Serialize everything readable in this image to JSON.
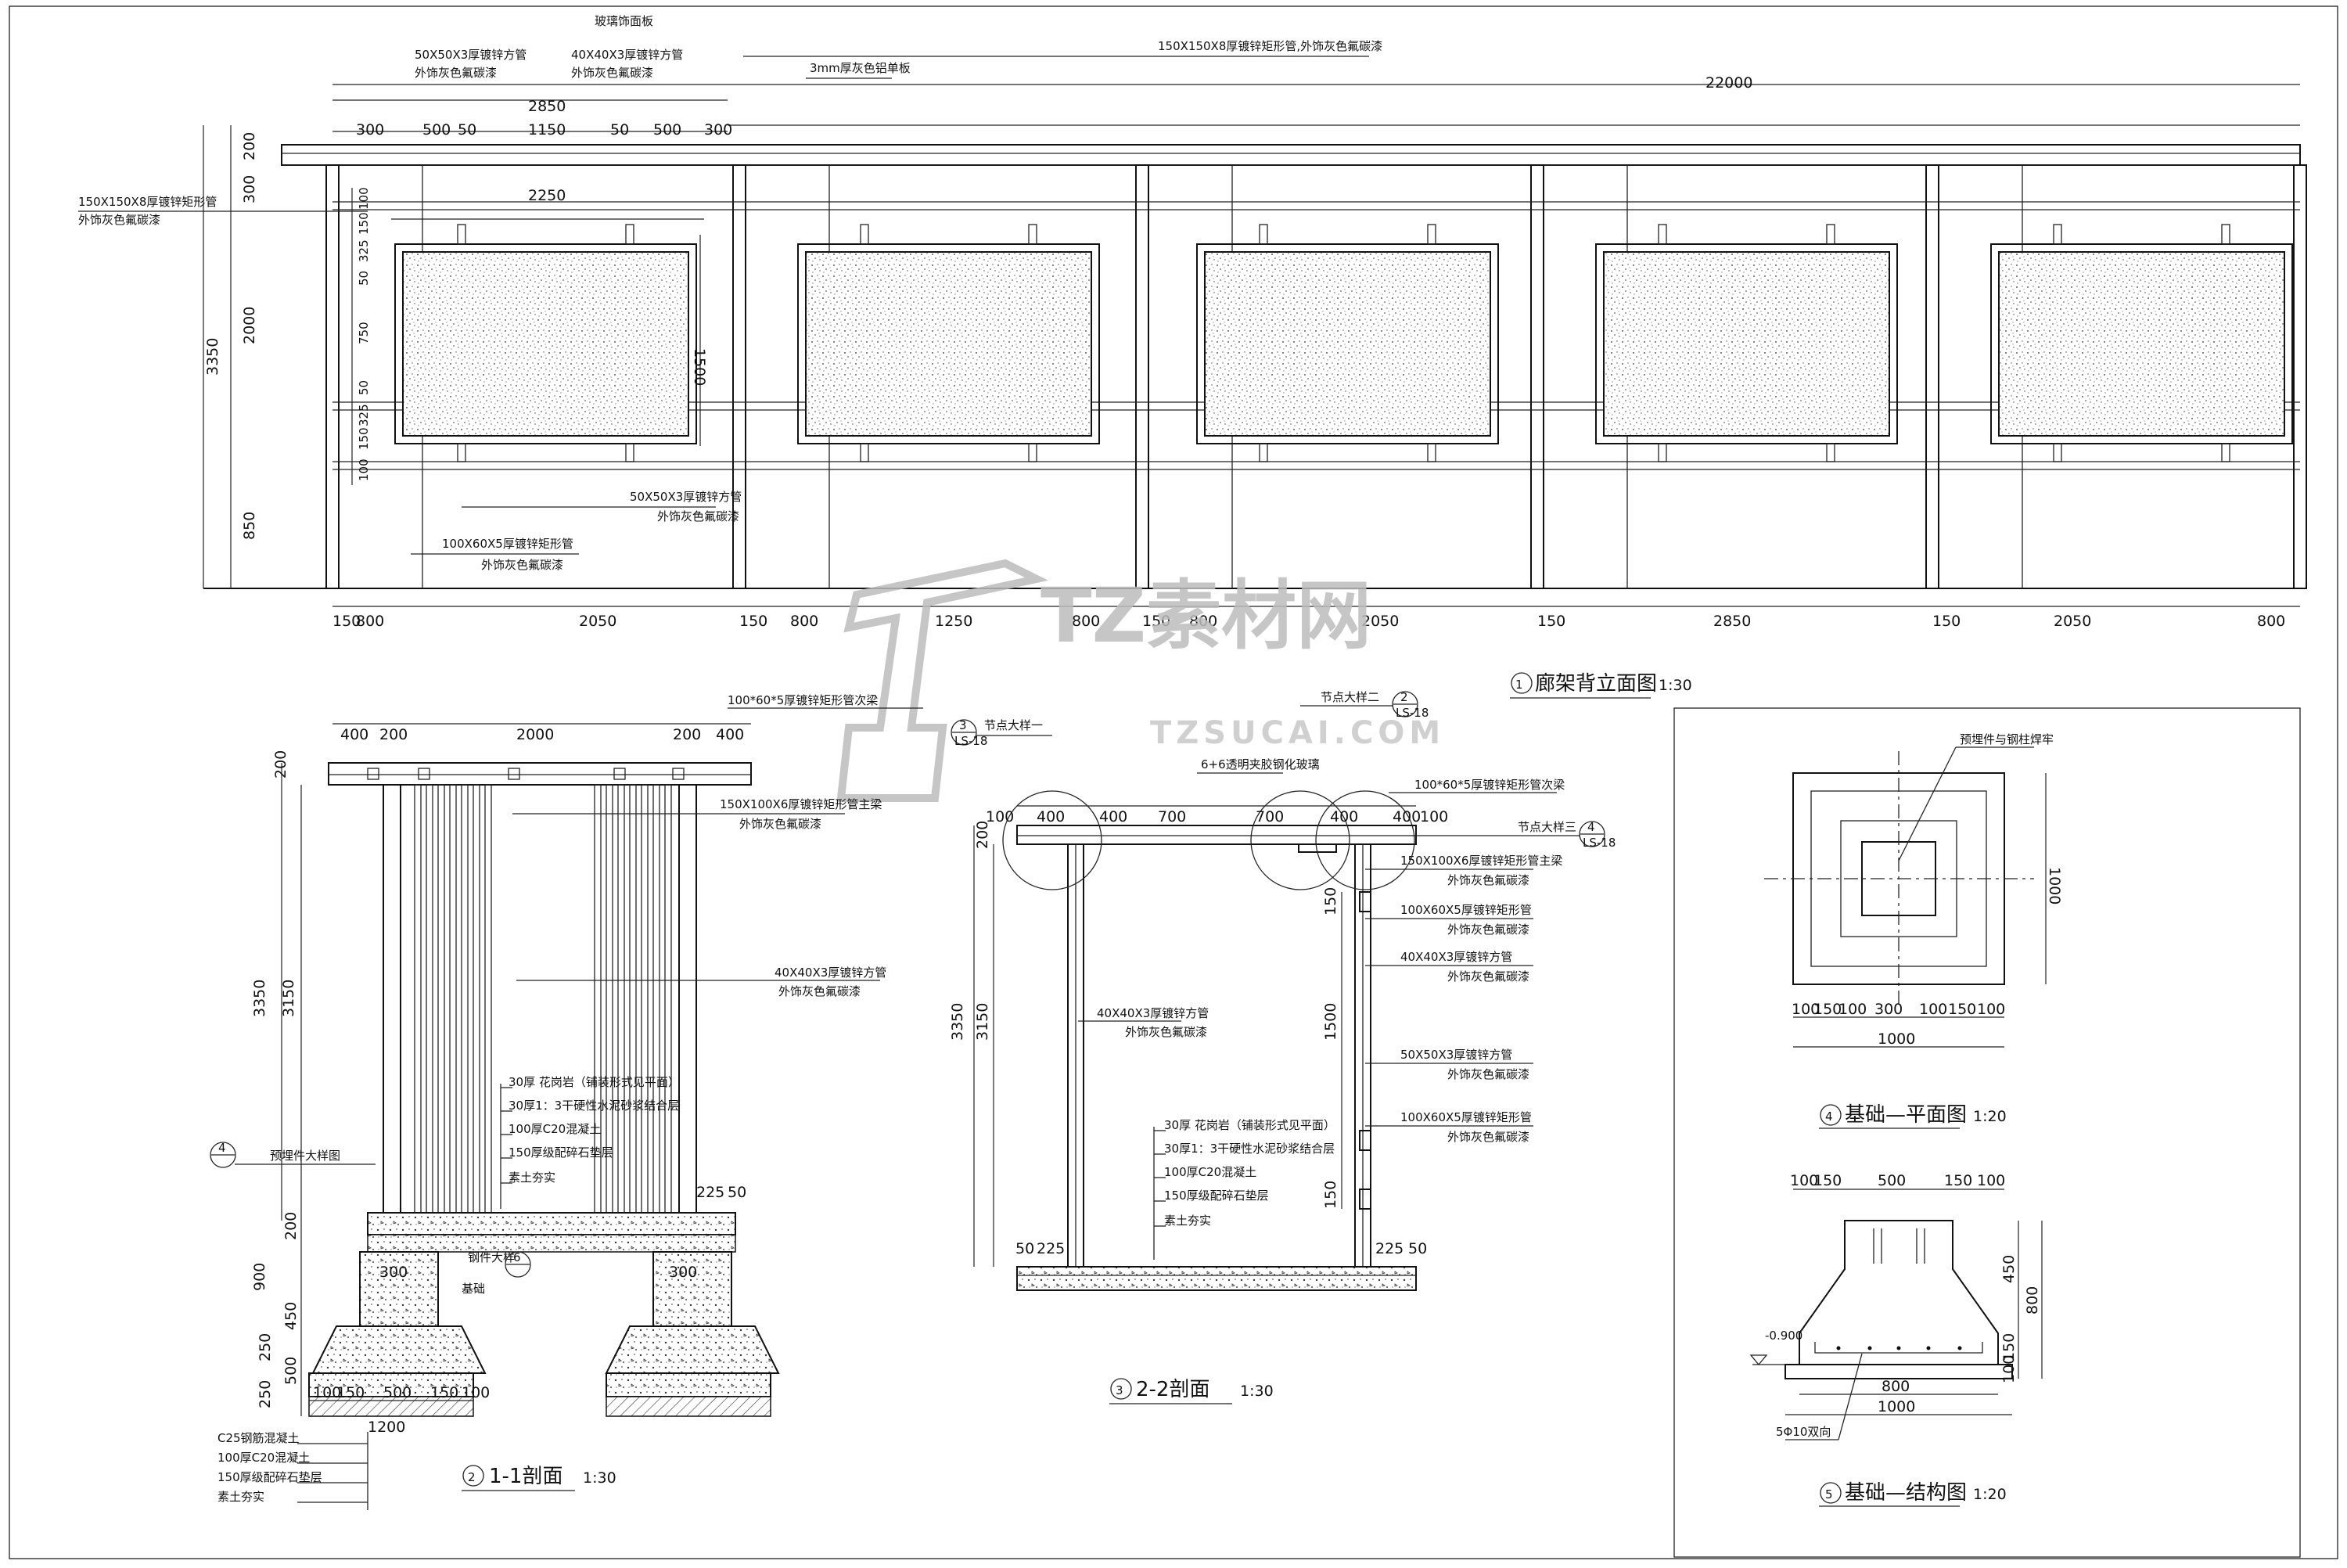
{
  "elevation": {
    "title": "廊架背立面图",
    "scale": "1:30",
    "callouts": {
      "glass": "玻璃饰面板",
      "tube50": "50X50X3厚镀锌方管",
      "tube40": "40X40X3厚镀锌方管",
      "paint": "外饰灰色氟碳漆",
      "plate3mm": "3mm厚灰色铝单板",
      "beam150": "150X150X8厚镀锌矩形管,外饰灰色氟碳漆",
      "col150": "150X150X8厚镀锌矩形管",
      "col150_paint": "外饰灰色氟碳漆",
      "tube50b": "50X50X3厚镀锌方管",
      "tube100": "100X60X5厚镀锌矩形管"
    },
    "dims_top": [
      "300",
      "500",
      "50",
      "1150",
      "50",
      "500",
      "300"
    ],
    "dim_2850": "2850",
    "dim_22000": "22000",
    "dim_2250": "2250",
    "dims_left": [
      "200",
      "300",
      "2000",
      "850"
    ],
    "dim_3350": "3350",
    "dims_inner": [
      "100",
      "150",
      "325",
      "50",
      "750",
      "50",
      "325",
      "150",
      "100"
    ],
    "dim_1500": "1500",
    "dims_bottom": [
      "150",
      "800",
      "2050",
      "150",
      "800",
      "1250",
      "800",
      "150",
      "800",
      "2050",
      "150",
      "2850",
      "150",
      "2050",
      "800"
    ]
  },
  "section11": {
    "title": "1-1剖面",
    "num": "2",
    "scale": "1:30",
    "beam_note": "100*60*5厚镀锌矩形管次梁",
    "main_beam": "150X100X6厚镀锌矩形管主梁",
    "paint": "外饰灰色氟碳漆",
    "tube40": "40X40X3厚镀锌方管",
    "layers": [
      "30厚 花岗岩（铺装形式见平面）",
      "30厚1：3干硬性水泥砂浆结合层",
      "100厚C20混凝土",
      "150厚级配碎石垫层",
      "素土夯实"
    ],
    "embed": "预埋件大样图",
    "embed_mark": "4",
    "detail6": "6",
    "detail_label": "钢件大样",
    "base_label": "基础",
    "dims_top": [
      "400",
      "200",
      "2000",
      "200",
      "400"
    ],
    "dims_left": [
      "200",
      "3350",
      "3150",
      "200",
      "900",
      "450",
      "250",
      "500",
      "250"
    ],
    "dims_bottom": [
      "100",
      "150",
      "500",
      "150",
      "100",
      "1200"
    ],
    "dim_300a": "300",
    "dim_300b": "300",
    "dim_225": "225",
    "dim_50": "50",
    "foundation": [
      "C25钢筋混凝土",
      "100厚C20混凝土",
      "150厚级配碎石垫层",
      "素土夯实"
    ]
  },
  "section22": {
    "title": "2-2剖面",
    "num": "3",
    "scale": "1:30",
    "node1": "节点大样一",
    "node2": "节点大样二",
    "node3": "节点大样三",
    "ref": "LS-18",
    "mark3": "3",
    "mark2": "2",
    "mark4": "4",
    "glass": "6+6透明夹胶钢化玻璃",
    "beam": "100*60*5厚镀锌矩形管次梁",
    "main_beam": "150X100X6厚镀锌矩形管主梁",
    "tube100": "100X60X5厚镀锌矩形管",
    "tube40": "40X40X3厚镀锌方管",
    "tube50": "50X50X3厚镀锌方管",
    "paint": "外饰灰色氟碳漆",
    "layers": [
      "30厚 花岗岩（铺装形式见平面）",
      "30厚1：3干硬性水泥砂浆结合层",
      "100厚C20混凝土",
      "150厚级配碎石垫层",
      "素土夯实"
    ],
    "dims_top": [
      "100",
      "400",
      "400",
      "700",
      "700",
      "400",
      "400",
      "100"
    ],
    "dims_left": [
      "200",
      "3350",
      "3150"
    ],
    "dims_right": [
      "150",
      "1500",
      "150"
    ],
    "dim_50": "50",
    "dim_225": "225",
    "dim_225b": "225",
    "dim_50b": "50"
  },
  "plan": {
    "title": "基础—平面图",
    "num": "4",
    "scale": "1:20",
    "note": "预埋件与钢柱焊牢",
    "dims": [
      "100",
      "150",
      "100",
      "300",
      "100",
      "150",
      "100"
    ],
    "total": "1000",
    "side": "1000"
  },
  "structure": {
    "title": "基础—结构图",
    "num": "5",
    "scale": "1:20",
    "dims_top": [
      "100",
      "150",
      "500",
      "150",
      "100"
    ],
    "dims_right": [
      "450",
      "800",
      "150",
      "100"
    ],
    "level": "-0.900",
    "dims_bottom": [
      "800",
      "1000"
    ],
    "rebar": "5Φ10双向"
  },
  "watermark": {
    "cn": "TZ素材网",
    "en": "TZSUCAI.COM"
  }
}
